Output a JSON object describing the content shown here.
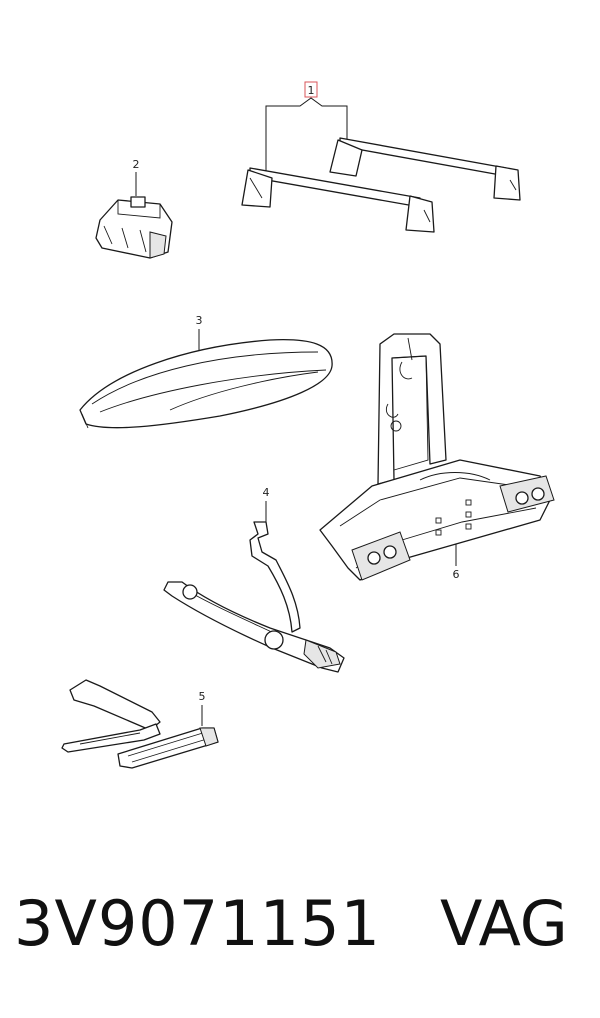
{
  "callouts": {
    "c1": "1",
    "c2": "2",
    "c3": "3",
    "c4": "4",
    "c5": "5",
    "c6": "6"
  },
  "footer": {
    "part_number": "3V9071151",
    "brand": "VAG"
  },
  "colors": {
    "line": "#1a1a1a",
    "highlight_box": "#d9545a",
    "background": "#ffffff"
  }
}
